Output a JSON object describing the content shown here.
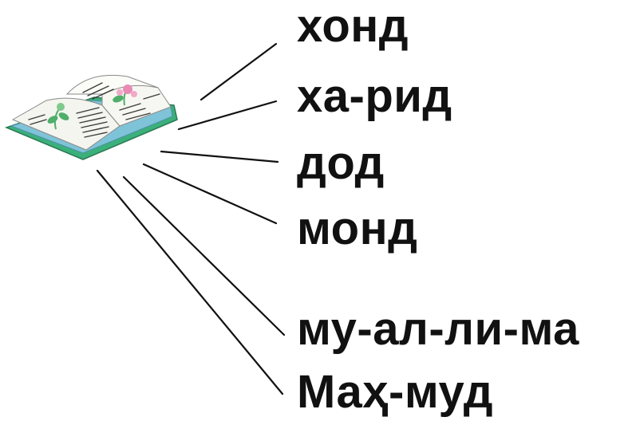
{
  "words": [
    "хонд",
    "ха-рид",
    "дод",
    "монд",
    "му-ал-ли-ма",
    "Маҳ-муд"
  ],
  "picture": {
    "icon": "open-book-icon",
    "colors": {
      "cover": "#3bb07a",
      "pages": "#f3f5ee",
      "page_edge": "#7fc3d8",
      "text_lines": "#3a3a3a",
      "flower_pink": "#e98ab4",
      "flower_green": "#4fae6a"
    }
  },
  "lines": {
    "color": "#111111"
  }
}
